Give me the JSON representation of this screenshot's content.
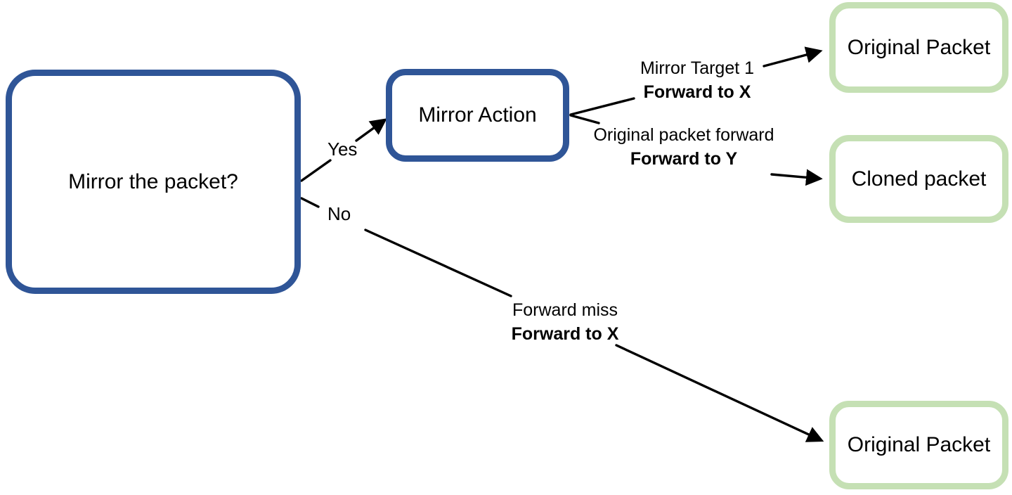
{
  "diagram": {
    "colors": {
      "decision_border": "#2F5597",
      "result_border": "#C5E0B4",
      "connector": "#000000",
      "background": "#FFFFFF"
    },
    "nodes": {
      "decision": {
        "label": "Mirror the packet?"
      },
      "action": {
        "label": "Mirror Action"
      },
      "original_top": {
        "label": "Original Packet"
      },
      "cloned": {
        "label": "Cloned packet"
      },
      "original_bottom": {
        "label": "Original Packet"
      }
    },
    "edge_labels": {
      "yes": "Yes",
      "no": "No",
      "mirror_target": {
        "line1": "Mirror Target 1",
        "line2": "Forward to X"
      },
      "original_forward": {
        "line1": "Original packet forward",
        "line2": "Forward to Y"
      },
      "forward_miss": {
        "line1": "Forward miss",
        "line2": "Forward to X"
      }
    }
  }
}
